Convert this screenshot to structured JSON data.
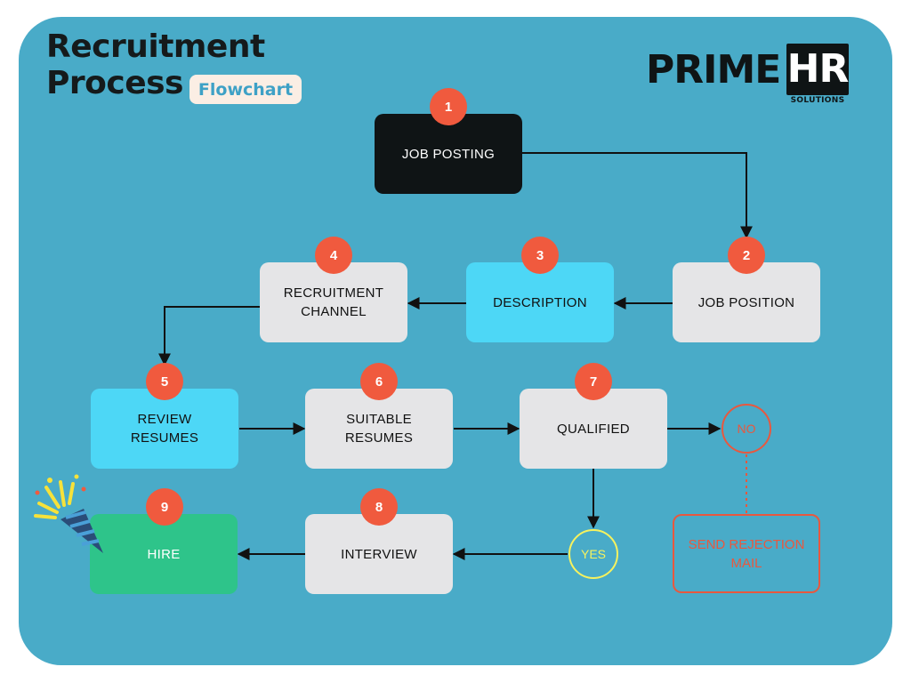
{
  "header": {
    "title_line1": "Recruitment",
    "title_line2": "Process",
    "badge": "Flowchart"
  },
  "logo": {
    "prime": "PRIME",
    "hr": "HR",
    "sub": "SOLUTIONS"
  },
  "steps": [
    {
      "number": "1",
      "label": "JOB POSTING"
    },
    {
      "number": "2",
      "label": "JOB POSITION"
    },
    {
      "number": "3",
      "label": "DESCRIPTION"
    },
    {
      "number": "4",
      "label": "RECRUITMENT CHANNEL"
    },
    {
      "number": "5",
      "label": "REVIEW RESUMES"
    },
    {
      "number": "6",
      "label": "SUITABLE RESUMES"
    },
    {
      "number": "7",
      "label": "QUALIFIED"
    },
    {
      "number": "8",
      "label": "INTERVIEW"
    },
    {
      "number": "9",
      "label": "HIRE"
    }
  ],
  "decision": {
    "no": "NO",
    "yes": "YES",
    "reject": "SEND REJECTION MAIL"
  },
  "colors": {
    "background": "#49abc8",
    "dark_box": "#0f1415",
    "light_box": "#e5e5e7",
    "cyan_box": "#4dd7f6",
    "green_box": "#2ec48a",
    "badge": "#f05a3e",
    "no_color": "#e8583f",
    "yes_color": "#f6f25e",
    "badge_bg": "#fbeee4",
    "badge_text": "#3ea1c6"
  },
  "icons": {
    "celebration": "party-popper-icon"
  }
}
